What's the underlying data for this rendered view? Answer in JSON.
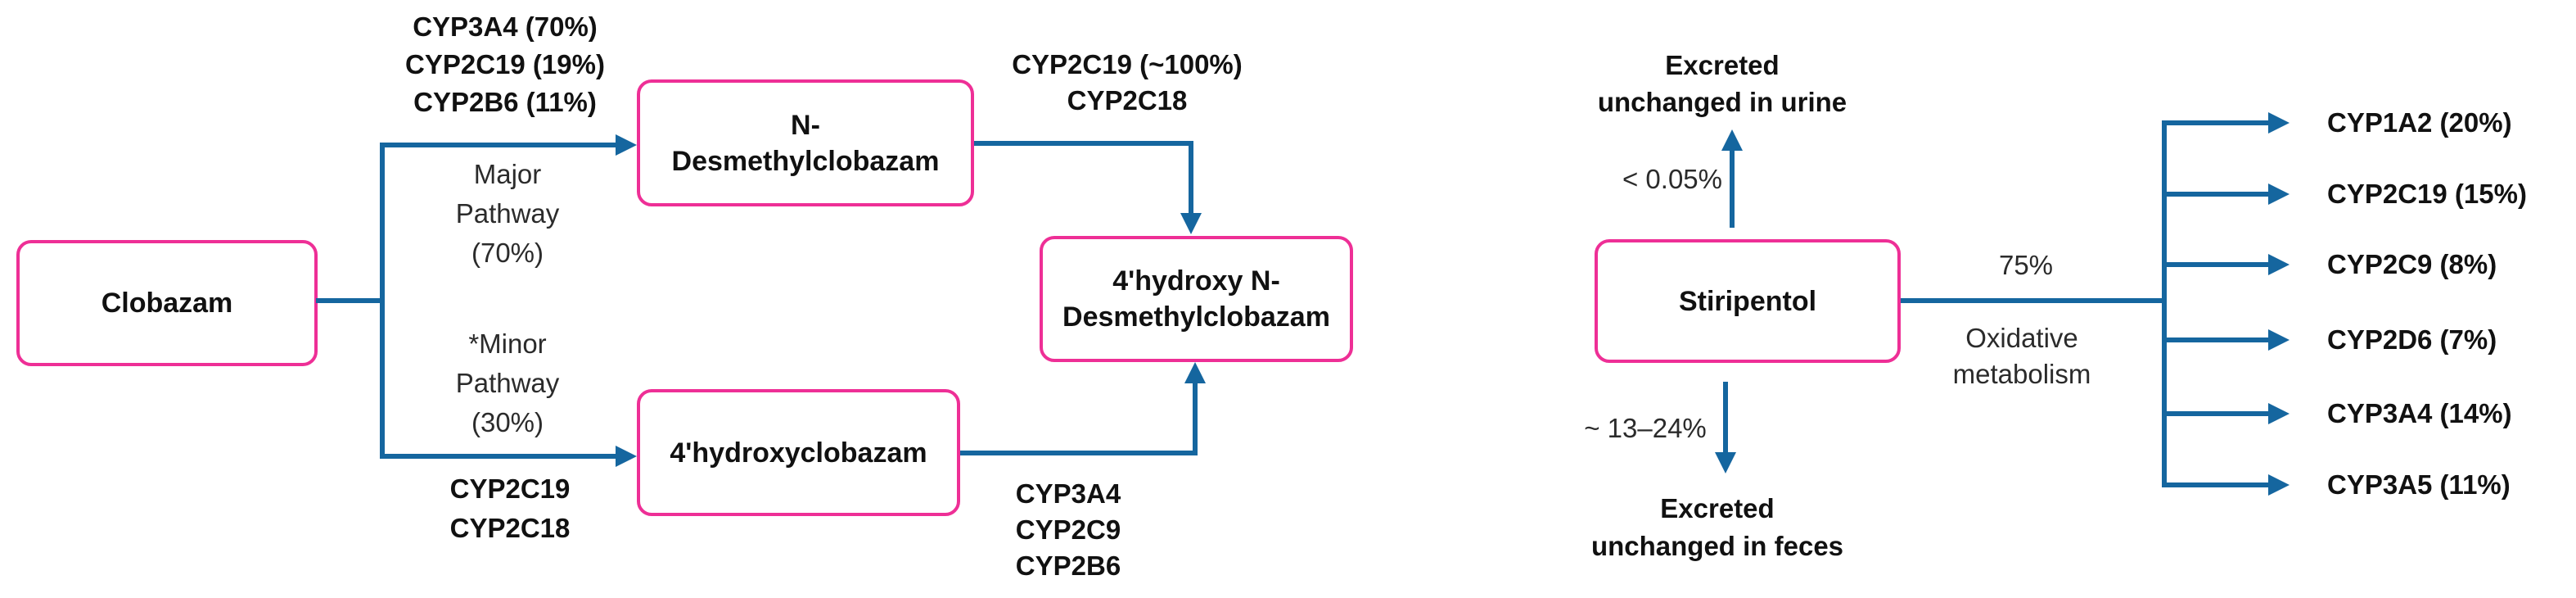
{
  "diagram": {
    "clobazam": {
      "drug": "Clobazam",
      "enzymes_major_branch": "CYP3A4 (70%)\nCYP2C19 (19%)\nCYP2B6 (11%)",
      "major_pathway": "Major\nPathway\n(70%)",
      "minor_pathway": "*Minor\nPathway\n(30%)",
      "enzymes_minor_branch": "CYP2C19\nCYP2C18",
      "metabolite_n_desmethyl": "N-\nDesmethylclobazam",
      "metabolite_4hydroxy": "4'hydroxyclobazam",
      "metabolite_4hydroxy_n_desmethyl": "4'hydroxy N-\nDesmethylclobazam",
      "enzymes_n_to_4hn": "CYP2C19 (~100%)\nCYP2C18",
      "enzymes_4h_to_4hn": "CYP3A4\nCYP2C9\nCYP2B6"
    },
    "stiripentol": {
      "drug": "Stiripentol",
      "urine_label": "Excreted\nunchanged in urine",
      "urine_pct": "< 0.05%",
      "feces_label": "Excreted\nunchanged in feces",
      "feces_pct": "~ 13–24%",
      "oxidative_pct": "75%",
      "oxidative_label": "Oxidative\nmetabolism",
      "enzymes": [
        "CYP1A2 (20%)",
        "CYP2C19 (15%)",
        "CYP2C9 (8%)",
        "CYP2D6 (7%)",
        "CYP3A4 (14%)",
        "CYP3A5 (11%)"
      ]
    },
    "colors": {
      "accent_pink": "#ee2f96",
      "arrow_blue": "#15669f"
    }
  }
}
